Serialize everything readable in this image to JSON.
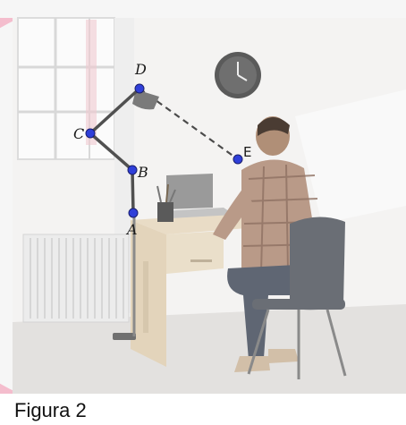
{
  "figure": {
    "caption": "Figura 2",
    "points": [
      {
        "id": "A",
        "label": "A",
        "color": "#2f3fd9"
      },
      {
        "id": "B",
        "label": "B",
        "color": "#2f3fd9"
      },
      {
        "id": "C",
        "label": "C",
        "color": "#2f3fd9"
      },
      {
        "id": "D",
        "label": "D",
        "color": "#2f3fd9"
      },
      {
        "id": "E",
        "label": "E",
        "color": "#2f3fd9"
      }
    ],
    "segments": [
      {
        "from": "A",
        "to": "B",
        "style": "solid"
      },
      {
        "from": "B",
        "to": "C",
        "style": "solid"
      },
      {
        "from": "C",
        "to": "D",
        "style": "solid"
      },
      {
        "from": "D",
        "to": "E",
        "style": "dashed"
      }
    ]
  },
  "colors": {
    "accent_pink": "#f0a7bd",
    "segment": "#4a4a4a",
    "point_fill": "#2f3fd9"
  }
}
